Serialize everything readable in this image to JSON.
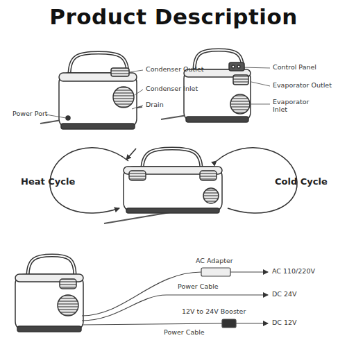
{
  "diagram": {
    "title": "Product Description",
    "labels": [
      "Condenser Outlet",
      "Condenser Inlet",
      "Drain",
      "Power Port",
      "Control Panel",
      "Evaporator Outlet",
      "Evaporator Inlet",
      "Heat Cycle",
      "Cold Cycle",
      "AC Adapter",
      "AC 110/220V",
      "Power Cable",
      "DC 24V",
      "12V to 24V Booster",
      "Power Cable",
      "DC 12V"
    ]
  }
}
